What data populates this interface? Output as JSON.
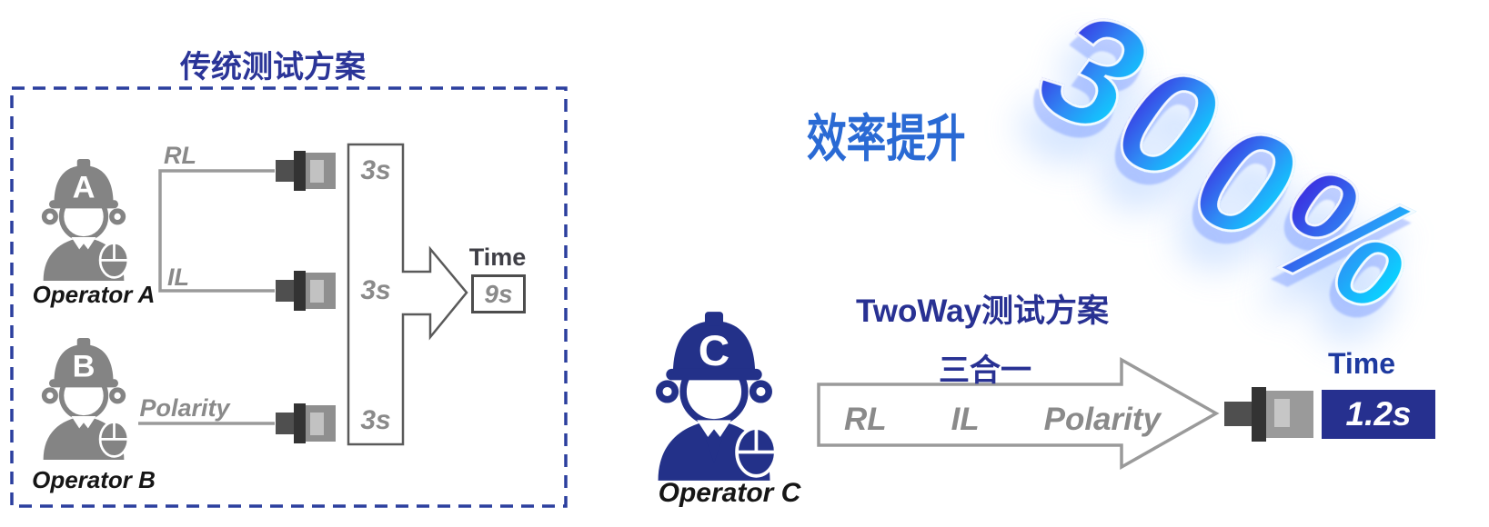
{
  "traditional": {
    "title": "传统测试方案",
    "operators": [
      {
        "letter": "A",
        "label": "Operator A"
      },
      {
        "letter": "B",
        "label": "Operator B"
      }
    ],
    "tests": [
      "RL",
      "IL",
      "Polarity"
    ],
    "durations": [
      "3s",
      "3s",
      "3s"
    ],
    "time_label": "Time",
    "total_time": "9s"
  },
  "twoway": {
    "headline": "效率提升",
    "gain": {
      "value": "300%",
      "chars": [
        "3",
        "0",
        "0",
        "%"
      ]
    },
    "title": "TwoWay测试方案",
    "operator": {
      "letter": "C",
      "label": "Operator C"
    },
    "combo_label": "三合一",
    "tests": [
      "RL",
      "IL",
      "Polarity"
    ],
    "time_label": "Time",
    "total_time": "1.2s"
  },
  "colors": {
    "navy_title": "#283193",
    "left_title_blue": "#2b3598",
    "headline_blue": "#2a6ad4",
    "dashed_border": "#2b3f9e",
    "gray_text": "#8a8a8a",
    "line_gray": "#9a9a9a",
    "shape_outline_gray": "#5a5a5a",
    "operator_gray": "#848484",
    "operator_navy": "#233189",
    "time_badge_navy": "#26308f",
    "gradient_indigo": "#3b2ee0",
    "gradient_cyan": "#0ad2ff"
  }
}
